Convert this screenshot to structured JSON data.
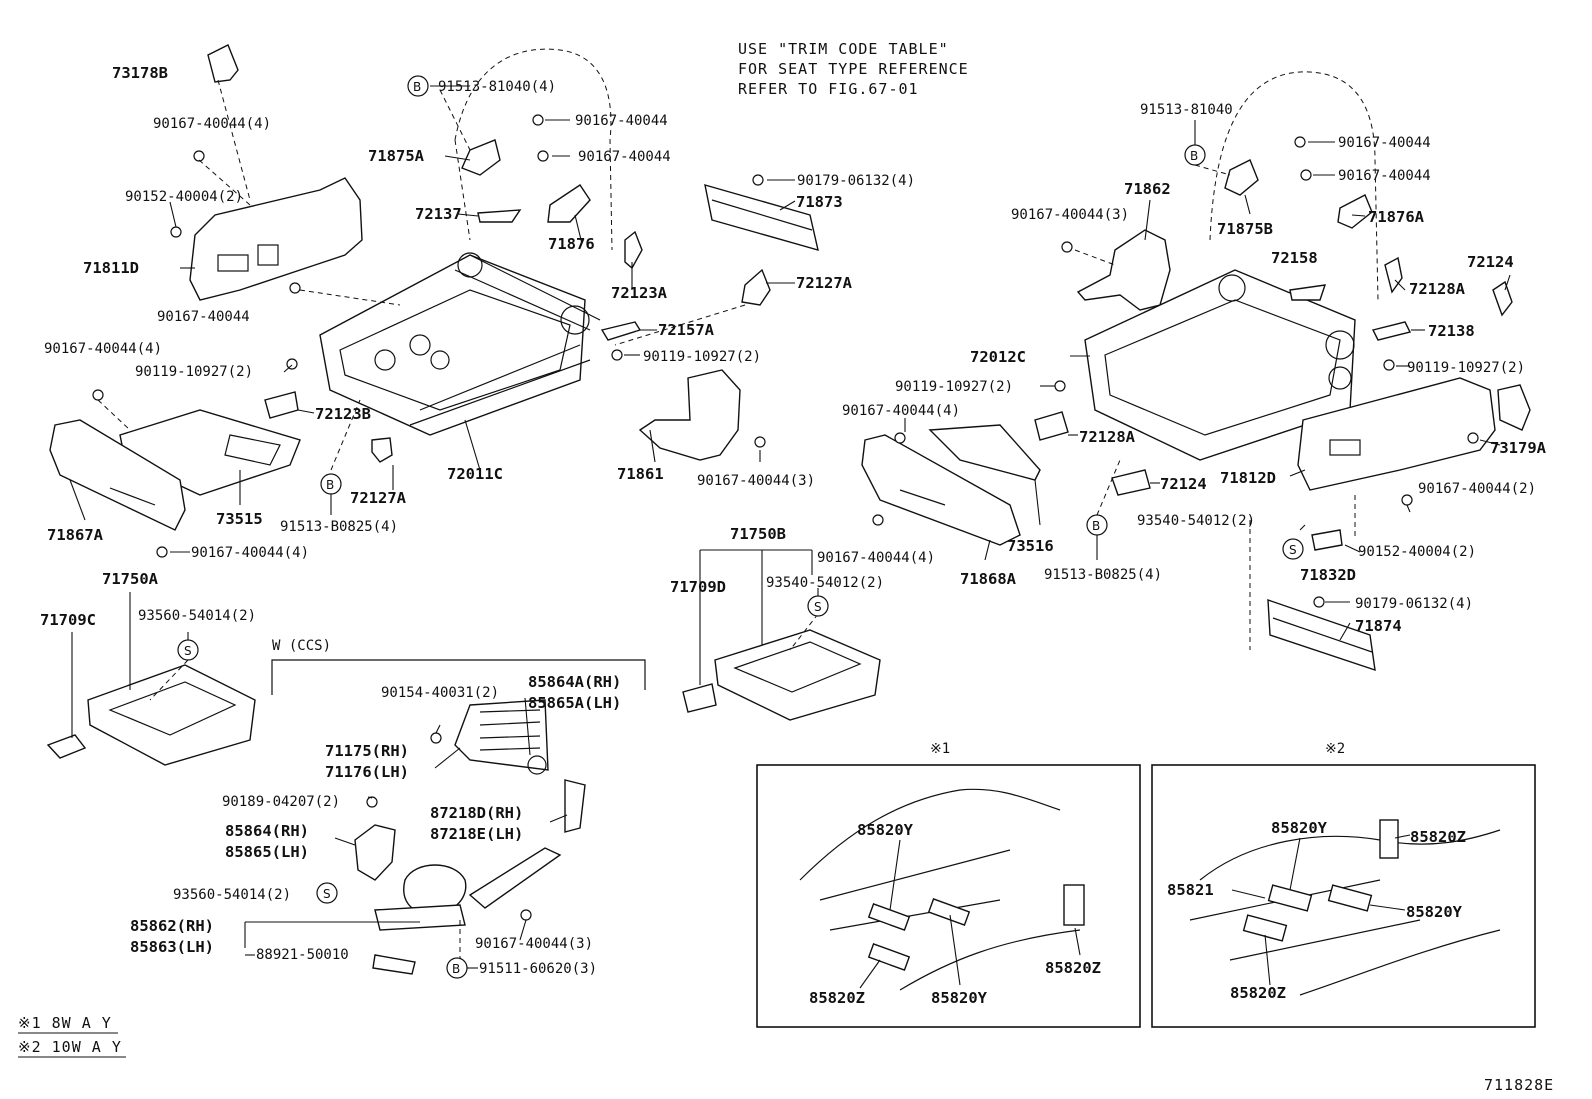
{
  "note": {
    "line1": "USE \"TRIM CODE TABLE\"",
    "line2": "FOR SEAT TYPE REFERENCE",
    "line3": "REFER TO FIG.67-01"
  },
  "markers": {
    "b": "B",
    "s": "S",
    "ref1": "※1",
    "ref2": "※2",
    "wccs": "W (CCS)"
  },
  "legend": {
    "l1": "※1 8W A Y",
    "l2": "※2 10W A Y"
  },
  "figure_id": "711828E",
  "labels": {
    "p73178B": "73178B",
    "p90167_40044_4_a": "90167-40044(4)",
    "p90152_40004_2_a": "90152-40004(2)",
    "p71811D": "71811D",
    "p90167_40044_a": "90167-40044",
    "p91513_81040_4": "91513-81040(4)",
    "p90167_40044_b": "90167-40044",
    "p90167_40044_c": "90167-40044",
    "p71875A": "71875A",
    "p72137": "72137",
    "p71876": "71876",
    "p72123A": "72123A",
    "p90179_06132_4_a": "90179-06132(4)",
    "p71873": "71873",
    "p72127A_a": "72127A",
    "p72157A": "72157A",
    "p90119_10927_2_a": "90119-10927(2)",
    "p90167_40044_4_b": "90167-40044(4)",
    "p90119_10927_2_b": "90119-10927(2)",
    "p72123B": "72123B",
    "p72127A_b": "72127A",
    "p72011C": "72011C",
    "p73515": "73515",
    "p91513_B0825_4_a": "91513-B0825(4)",
    "p71867A": "71867A",
    "p90167_40044_4_c": "90167-40044(4)",
    "p71861": "71861",
    "p90167_40044_3_a": "90167-40044(3)",
    "p71750A": "71750A",
    "p71709C": "71709C",
    "p93560_54014_2_a": "93560-54014(2)",
    "p71750B": "71750B",
    "p90167_40044_4_d": "90167-40044(4)",
    "p71709D": "71709D",
    "p93540_54012_2_a": "93540-54012(2)",
    "p91513_81040": "91513-81040",
    "p90167_40044_d": "90167-40044",
    "p90167_40044_e": "90167-40044",
    "p71862": "71862",
    "p90167_40044_3_b": "90167-40044(3)",
    "p71875B": "71875B",
    "p71876A": "71876A",
    "p72158": "72158",
    "p72124_a": "72124",
    "p72128A_a": "72128A",
    "p72138": "72138",
    "p72012C": "72012C",
    "p90119_10927_2_c": "90119-10927(2)",
    "p90119_10927_2_d": "90119-10927(2)",
    "p90167_40044_4_e": "90167-40044(4)",
    "p72128A_b": "72128A",
    "p73179A": "73179A",
    "p72124_b": "72124",
    "p71812D": "71812D",
    "p90167_40044_2": "90167-40044(2)",
    "p93540_54012_2_b": "93540-54012(2)",
    "p90152_40004_2_b": "90152-40004(2)",
    "p73516": "73516",
    "p71868A": "71868A",
    "p91513_B0825_4_b": "91513-B0825(4)",
    "p71832D": "71832D",
    "p90179_06132_4_b": "90179-06132(4)",
    "p71874": "71874",
    "p90154_40031_2": "90154-40031(2)",
    "p85864A": "85864A(RH)",
    "p85865A": "85865A(LH)",
    "p71175": "71175(RH)",
    "p71176": "71176(LH)",
    "p90189_04207_2": "90189-04207(2)",
    "p87218D": "87218D(RH)",
    "p87218E": "87218E(LH)",
    "p85864": "85864(RH)",
    "p85865": "85865(LH)",
    "p93560_54014_2_b": "93560-54014(2)",
    "p85862": "85862(RH)",
    "p85863": "85863(LH)",
    "p88921_50010": "88921-50010",
    "p90167_40044_3_c": "90167-40044(3)",
    "p91511_60620_3": "91511-60620(3)",
    "p85820Y_a": "85820Y",
    "p85820Z_a": "85820Z",
    "p85820Y_b": "85820Y",
    "p85820Z_b": "85820Z",
    "p85820Y_c": "85820Y",
    "p85820Z_c": "85820Z",
    "p85821": "85821",
    "p85820Y_d": "85820Y",
    "p85820Z_d": "85820Z"
  }
}
